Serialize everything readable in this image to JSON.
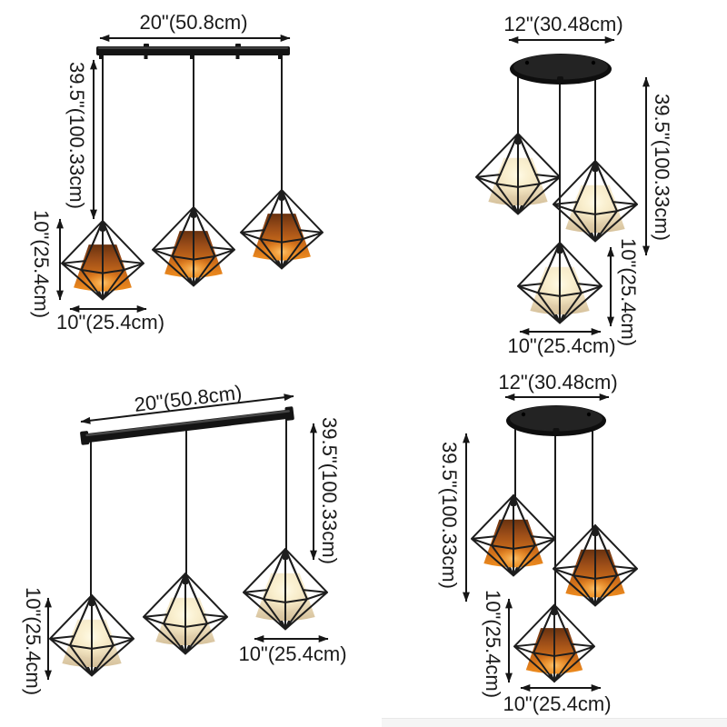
{
  "colors": {
    "background": "#ffffff",
    "line_color": "#161616",
    "metal_color": "#141414",
    "orange_shade_top": "#69320f",
    "orange_shade_bottom": "#ef8d1e",
    "orange_glow": "#ffc873",
    "cream_shade_top": "#f6ecd2",
    "cream_shade_bottom": "#d5c09a",
    "cream_glow": "#fffbe8",
    "footer_strip": "#f5f5f5"
  },
  "panels": [
    {
      "name": "linear-canopy-orange-shades",
      "canopy_type": "linear-bar",
      "pendant_count": 3,
      "shade_style": "orange",
      "labels": {
        "canopy_width": "20\"(50.8cm)",
        "drop_height": "39.5\"(100.33cm)",
        "shade_height": "10\"(25.4cm)",
        "shade_width": "10\"(25.4cm)"
      }
    },
    {
      "name": "round-canopy-cream-shades",
      "canopy_type": "round-plate",
      "pendant_count": 3,
      "shade_style": "cream-lit",
      "labels": {
        "canopy_width": "12\"(30.48cm)",
        "drop_height": "39.5\"(100.33cm)",
        "shade_height": "10\"(25.4cm)",
        "shade_width": "10\"(25.4cm)"
      }
    },
    {
      "name": "linear-canopy-cream-shades",
      "canopy_type": "linear-bar",
      "pendant_count": 3,
      "shade_style": "cream-lit",
      "labels": {
        "canopy_width": "20\"(50.8cm)",
        "drop_height": "39.5\"(100.33cm)",
        "shade_height": "10\"(25.4cm)",
        "shade_width": "10\"(25.4cm)"
      }
    },
    {
      "name": "round-canopy-orange-shades",
      "canopy_type": "round-plate",
      "pendant_count": 3,
      "shade_style": "orange",
      "labels": {
        "canopy_width": "12\"(30.48cm)",
        "drop_height": "39.5\"(100.33cm)",
        "shade_height": "10\"(25.4cm)",
        "shade_width": "10\"(25.4cm)"
      }
    }
  ]
}
